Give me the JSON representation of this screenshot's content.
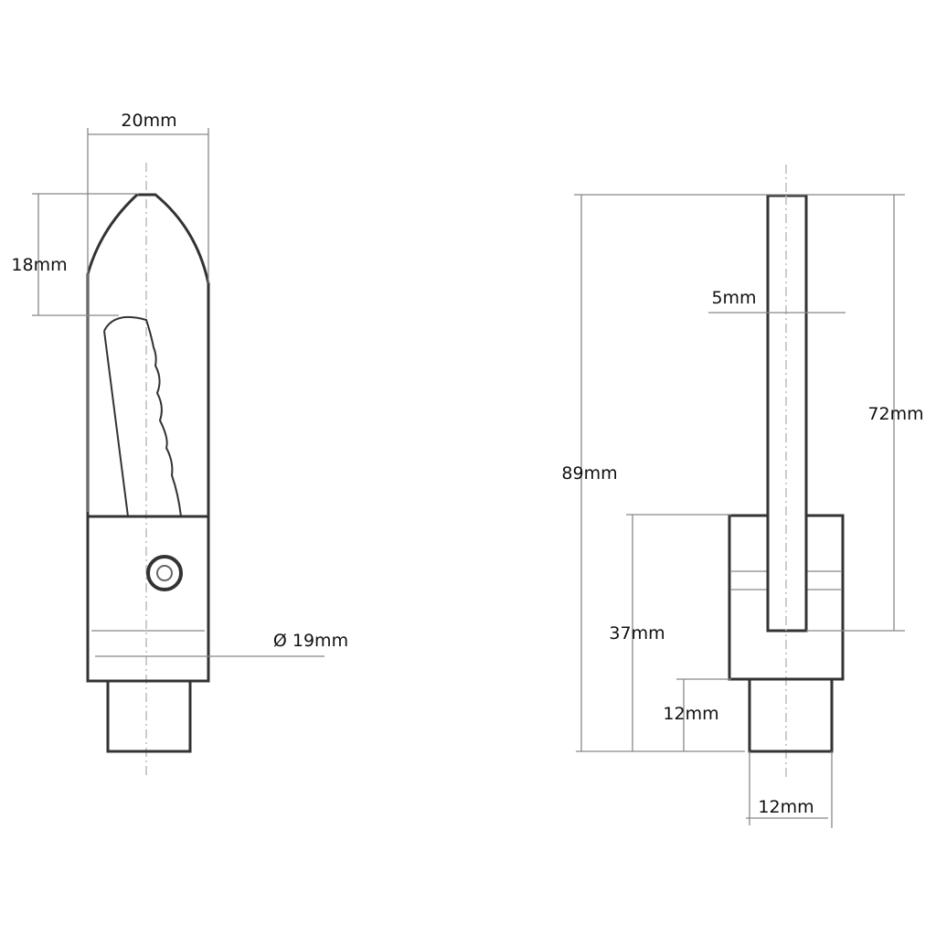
{
  "left_view": {
    "width_label": "20mm",
    "tip_label": "18mm",
    "diameter_label": "Ø 19mm"
  },
  "right_view": {
    "rod_diameter_label": "5mm",
    "rod_length_label": "72mm",
    "total_length_label": "89mm",
    "body_length_label": "37mm",
    "stem_length_label": "12mm",
    "stem_diameter_label": "12mm"
  }
}
